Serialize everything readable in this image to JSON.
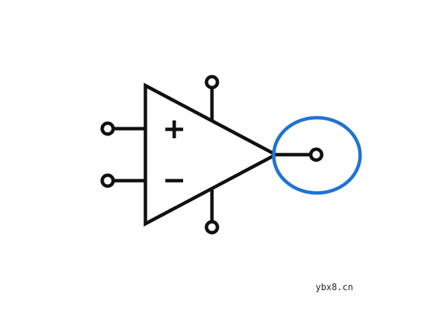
{
  "diagram": {
    "title": "Operational amplifier symbol",
    "symbols": {
      "noninverting": "+",
      "inverting": "−"
    },
    "terminals": [
      "non-inverting-input",
      "inverting-input",
      "positive-supply",
      "negative-supply",
      "output"
    ],
    "highlight": {
      "target": "output",
      "color": "#1f74d4"
    },
    "stroke_color": "#111111"
  },
  "watermark": "ybx8.cn"
}
